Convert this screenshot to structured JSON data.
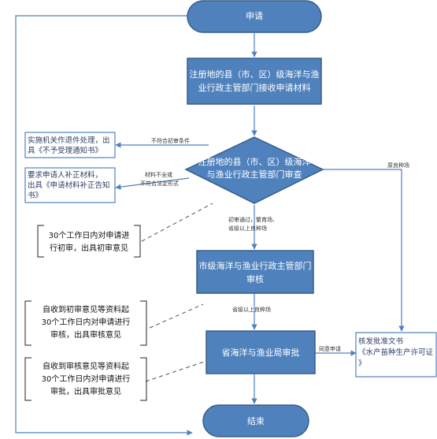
{
  "nodes": {
    "apply": "申请",
    "receive": [
      "注册地的县（市、区）级海洋与渔",
      "业行政主管部门接收申请材料"
    ],
    "review_county": [
      "注册地的县（市、区）级海洋",
      "与渔业行政主管部门审查"
    ],
    "review_city": [
      "市级海洋与渔业行政主管部门",
      "审核"
    ],
    "approve_province": "省海洋与渔业局审批",
    "end": "结束"
  },
  "side_boxes": {
    "reject": [
      "实施机关作退件处理，出",
      "具《不予受理通知书》"
    ],
    "supplement": [
      "要求申请人补正材料，",
      "出具《申请材料补正告知",
      "书》"
    ],
    "issue": [
      "核发批准文书",
      "《水产苗种生产许可证",
      "》"
    ]
  },
  "edge_labels": {
    "not_meet": "不符合初审条件",
    "incomplete": [
      "材料不全或",
      "不符合法定形式"
    ],
    "breeding_farm": "原良种场",
    "pass_initial": [
      "初审通过，繁育场、",
      "省级以上良种场"
    ],
    "provincial_farm": "省级以上良种场",
    "agree": "同意申请"
  },
  "notes": {
    "initial": [
      "30个工作日内对申请进",
      "行初审，出具初审意见"
    ],
    "audit": [
      "自收到初审意见等资料起",
      "30个工作日内对申请进行",
      "审核，出具审核意见"
    ],
    "approval": [
      "自收到审核意见等资料起",
      "30个工作日内对申请进行",
      "审批，出具审批意见"
    ]
  },
  "colors": {
    "fill": "#4f81bd",
    "stroke": "#385d8a",
    "line": "#4f81bd",
    "dashed": "#555555",
    "bracket": "#222222"
  }
}
